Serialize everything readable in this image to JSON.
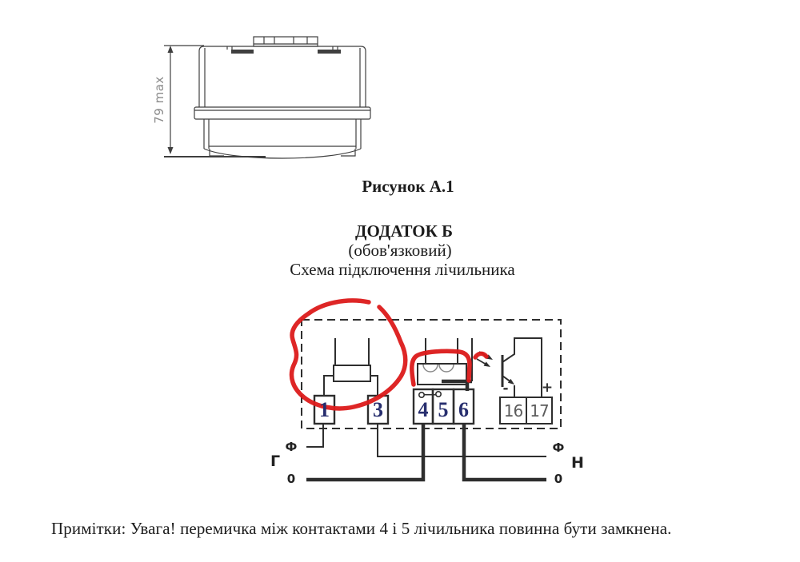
{
  "figure_device": {
    "dimension_label": "79 max",
    "caption": "Рисунок А.1"
  },
  "appendix_header": {
    "title": "ДОДАТОК Б",
    "status": "(обов'язковий)",
    "subtitle": "Схема підключення лічильника"
  },
  "schematic": {
    "terminals": [
      "1",
      "3",
      "4",
      "5",
      "6",
      "16",
      "17"
    ],
    "minus_label": "-",
    "plus_label": "+",
    "left_labels": {
      "phase": "Ф",
      "generator": "Г",
      "neutral": "0"
    },
    "right_labels": {
      "phase": "Ф",
      "load": "Н",
      "neutral": "0"
    },
    "annotation_color": "#dc1a1a",
    "ink_color": "#2e2e2e"
  },
  "note": "Примітки: Увага! перемичка між контактами 4 і 5 лічильника повинна бути замкнена."
}
